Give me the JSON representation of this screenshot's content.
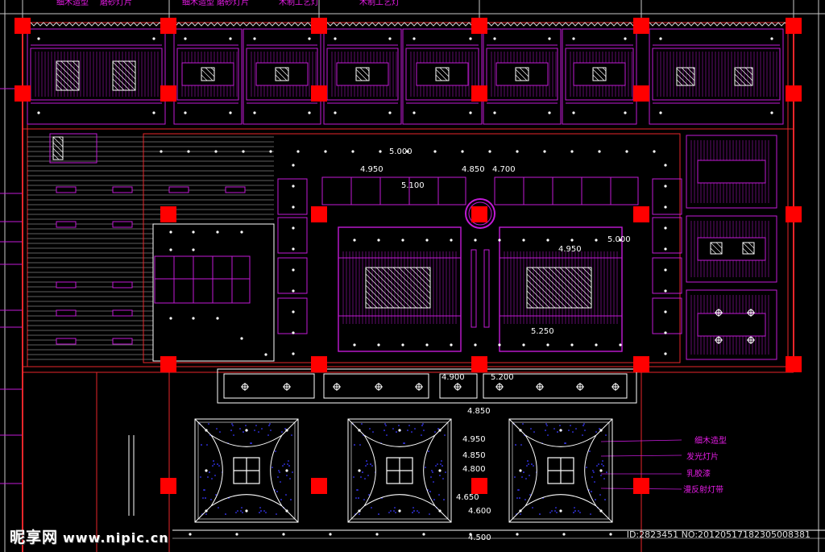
{
  "top_labels": [
    "细木造型",
    "磨砂灯片",
    "细木造型 磨砂灯片",
    "木制工艺灯",
    "木制工艺灯"
  ],
  "elevations": {
    "e1": "5.000",
    "e2": "4.950",
    "e3": "4.850",
    "e4": "4.700",
    "e5": "5.100",
    "e6": "4.950",
    "e7": "5.000",
    "e8": "5.250",
    "e9": "4.900",
    "e10": "5.200",
    "e11": "4.850",
    "e12": "4.950",
    "e13": "4.850",
    "e14": "4.800",
    "e15": "4.650",
    "e16": "4.600",
    "e17": "4.500"
  },
  "legend": [
    "细木造型",
    "发光灯片",
    "乳胶漆",
    "漫反射灯带"
  ],
  "watermark": {
    "brand": "昵享网",
    "url": "www.nipic.cn",
    "id": "ID:2823451 NO:20120517182305008381"
  },
  "colors": {
    "wall": "#e8262a",
    "column": "#ff0000",
    "ceiling": "#c21ad6",
    "light": "#ffffff",
    "text": "#ffffff",
    "legend": "#e61ce6",
    "dots": "#3a3aff"
  }
}
